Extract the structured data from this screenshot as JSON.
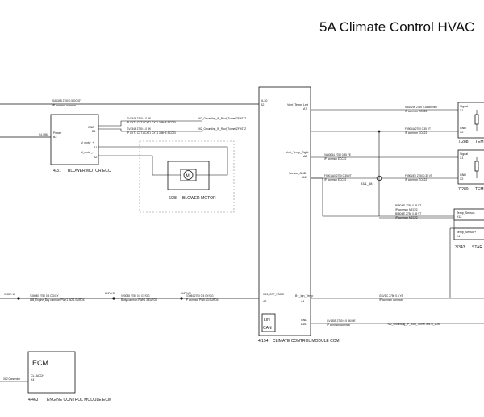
{
  "title": "5A Climate Control HVAC",
  "left_connectors": {
    "top_wire_label": "SA134B 2750 0.5 OG/GY",
    "top_wire_sub": "IP common common",
    "power_in": "S4-V861",
    "ignition_in": "IN/DIR 18",
    "ecm_in": "X82 Connector"
  },
  "blower_ecc": {
    "id": "4/31",
    "name": "BLOWER MOTOR ECC",
    "power_pin_label": "Power",
    "power_pin": "B3",
    "gnd_pin_label": "GND",
    "gnd_pin": "B1",
    "motor_pos_label": "M_motor_+",
    "motor_pos_pin": "A1",
    "motor_neg_label": "M_motor_-",
    "motor_neg_pin": "A2",
    "gnd_wire_1": "GV2346 2750 4.0 BK",
    "gnd_wire_1_sub": "IP CXT1 CXT1 CXT1 CXT1 3 MHE ECC20",
    "gnd_wire_1_dest": "Y62_Grounding_IP_Roof_Tunnel ZFHSTZ",
    "gnd_wire_2": "GV2346 2750 4.0 BK",
    "gnd_wire_2_sub": "IP CXT1 CXT1 CXT1 CXT1 3 MHE ECC20",
    "gnd_wire_2_dest": "Y62_Grounding_IP_Roof_Tunnel ZFHSTZ"
  },
  "blower_motor": {
    "id": "6/28",
    "name": "BLOWER MOTOR",
    "symbol": "M"
  },
  "bus_wires": {
    "node_1": "94/D0:06",
    "node_2": "94/D0:38",
    "wire_1": "V30080 2750 0.5 OG/GY",
    "wire_1_sub": "LIM_Engine_Bay common PWK1 W2 1 EURO4",
    "wire_2": "V20085 2750 0.5 GY/OG",
    "wire_2_sub": "Body common PWK1 3 EURO4",
    "wire_3": "EG084 2750 0.5 GY/OG",
    "wire_3_sub": "IP common PWK1 3 EURO4",
    "wire_4": "GSVDC 2750 0.5 YE",
    "wire_4_sub": "IP common common"
  },
  "ccm": {
    "id": "4/154",
    "name": "CLIMATE CONTROL MODULE CCM",
    "top_pin_label": "KL30",
    "top_pin": "A2",
    "vent_temp_label": "Vent_Temp_Left",
    "vent_temp_pin": "A7",
    "vent_temp_right_label": "Vent_Temp_Right",
    "vent_temp_right_pin": "A8",
    "sensor_gnd_label": "Sensor_GND",
    "sensor_gnd_pin": "A11",
    "kl15_label": "Kl15_OFF_STATE",
    "kl15_pin": "A3",
    "ign_label": "B+_Ign_Temp",
    "ign_pin": "A4",
    "gnd_label": "GND",
    "gnd_pin": "A16",
    "gnd_wire": "GV1455 2750 0.5 BK/OE",
    "gnd_wire_sub": "IP common common",
    "gnd_wire_dest": "Y82_Grounding_IP_Roof_Tunnel 30470_1:28",
    "lin_label": "LIN",
    "can_label": "CAN"
  },
  "sensors": [
    {
      "id": "7/288",
      "name": "TEM",
      "signal_label": "Signal",
      "signal_pin": "X1",
      "gnd_label": "GND",
      "gnd_pin": "X2",
      "wire_signal": "SA50290 2750 0.35 BK/WH",
      "wire_signal_sub": "IP common ECC22",
      "wire_gnd": "F5901/A 2750 0.35 VT",
      "wire_gnd_sub": "IP common ECC22"
    },
    {
      "id": "7/289",
      "name": "TEM",
      "signal_label": "Signal",
      "signal_pin": "X1",
      "gnd_label": "GND",
      "gnd_pin": "X2",
      "wire_signal": "VA50044 2750 0.35 YE",
      "wire_signal_sub": "IP common ECC22",
      "wire_gnd": "F5901/E0 2750 0.35 VT",
      "wire_gnd_sub": "IP common ECC22"
    },
    {
      "id": "3/343",
      "name": "STAR",
      "signal_label": "Temp_Sensor-",
      "signal_pin": "X12",
      "gnd_label": "Temp_Sensor+",
      "gnd_pin": "X4",
      "wire_signal": "B5804/E 2750 0.35 VT",
      "wire_signal_sub": "IP common MEC22",
      "wire_gnd": "B5804/E 2750 0.35 VT",
      "wire_gnd_sub": "IP common MEC22"
    }
  ],
  "splice": {
    "label": "93/1_58",
    "wire": "F5901/A0 2750 0.35 VT",
    "wire_sub": "IP common ECC22"
  },
  "ecm": {
    "id": "4/46J",
    "name": "ENGINE CONTROL MODULE ECM",
    "label": "ECM",
    "pin_label": "CL_ACCH",
    "pin": "X4"
  }
}
